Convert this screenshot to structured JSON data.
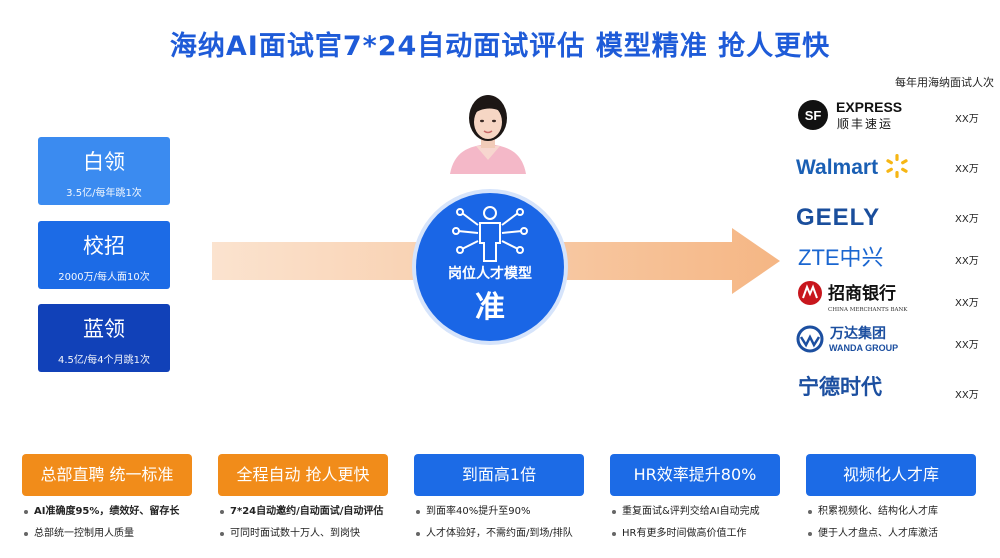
{
  "title": "海纳AI面试官7*24自动面试评估 模型精准 抢人更快",
  "usage_header": "每年用海纳面试人次",
  "segments": [
    {
      "name": "白领",
      "detail": "3.5亿/每年跳1次"
    },
    {
      "name": "校招",
      "detail": "2000万/每人面10次"
    },
    {
      "name": "蓝领",
      "detail": "4.5亿/每4个月跳1次"
    }
  ],
  "hub": {
    "label": "岗位人才模型",
    "big": "准"
  },
  "customers": [
    {
      "logo_line1": "EXPRESS",
      "logo_line2": "顺丰速运",
      "logo_mark": "SF",
      "count": "XX万"
    },
    {
      "logo": "Walmart",
      "count": "XX万"
    },
    {
      "logo": "GEELY",
      "count": "XX万"
    },
    {
      "logo": "ZTE中兴",
      "count": "XX万"
    },
    {
      "logo_line1": "招商银行",
      "logo_line2": "CHINA MERCHANTS BANK",
      "count": "XX万"
    },
    {
      "logo_line1": "万达集团",
      "logo_line2": "WANDA GROUP",
      "count": "XX万"
    },
    {
      "logo": "宁德时代",
      "count": "XX万"
    }
  ],
  "cards": [
    {
      "label": "总部直聘 统一标准",
      "bullets": [
        "AI准确度95%，绩效好、留存长",
        "总部统一控制用人质量"
      ]
    },
    {
      "label": "全程自动 抢人更快",
      "bullets": [
        "7*24自动邀约/自动面试/自动评估",
        "可同时面试数十万人、到岗快"
      ]
    },
    {
      "label": "到面高1倍",
      "bullets": [
        "到面率40%提升至90%",
        "人才体验好，不需约面/到场/排队"
      ]
    },
    {
      "label": "HR效率提升80%",
      "bullets": [
        "重复面试&评判交给AI自动完成",
        "HR有更多时间做高价值工作"
      ]
    },
    {
      "label": "视频化人才库",
      "bullets": [
        "积累视频化、结构化人才库",
        "便于人才盘点、人才库激活"
      ]
    }
  ],
  "colors": {
    "brand_blue": "#1e5bd8",
    "orange": "#f18c1a",
    "arrow": "#f7c49b"
  }
}
